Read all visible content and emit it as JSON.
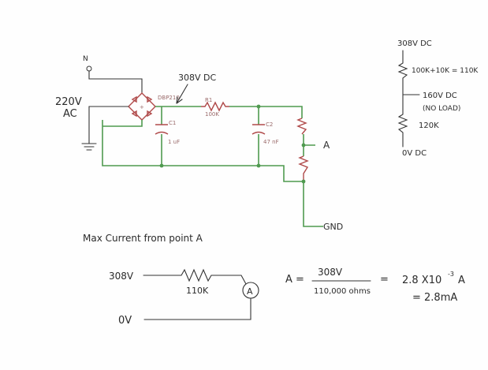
{
  "schematic": {
    "input_voltage": "220V",
    "input_type": "AC",
    "node_n": "N",
    "rail_label": "308V DC",
    "bridge": "DBP210",
    "r1_name": "R1",
    "r1_value": "100K",
    "c1_name": "C1",
    "c1_value": "1 uF",
    "c2_name": "C2",
    "c2_value": "47 nF",
    "point_label": "A",
    "gnd_label": "GND"
  },
  "divider": {
    "top_voltage": "308V DC",
    "top_resistor": "100K+10K = 110K",
    "mid_voltage": "160V DC",
    "mid_note": "(NO LOAD)",
    "bottom_resistor": "120K",
    "bottom_voltage": "0V DC"
  },
  "calc": {
    "heading": "Max Current from point A",
    "left_top": "308V",
    "resistor": "110K",
    "meter": "A",
    "left_bottom": "0V",
    "eq_lhs": "A =",
    "numerator": "308V",
    "denominator": "110,000 ohms",
    "equals1": "=",
    "result1_base": "2.8 X10",
    "result1_exp": "-3",
    "result1_unit": "A",
    "result2": "= 2.8mA"
  }
}
